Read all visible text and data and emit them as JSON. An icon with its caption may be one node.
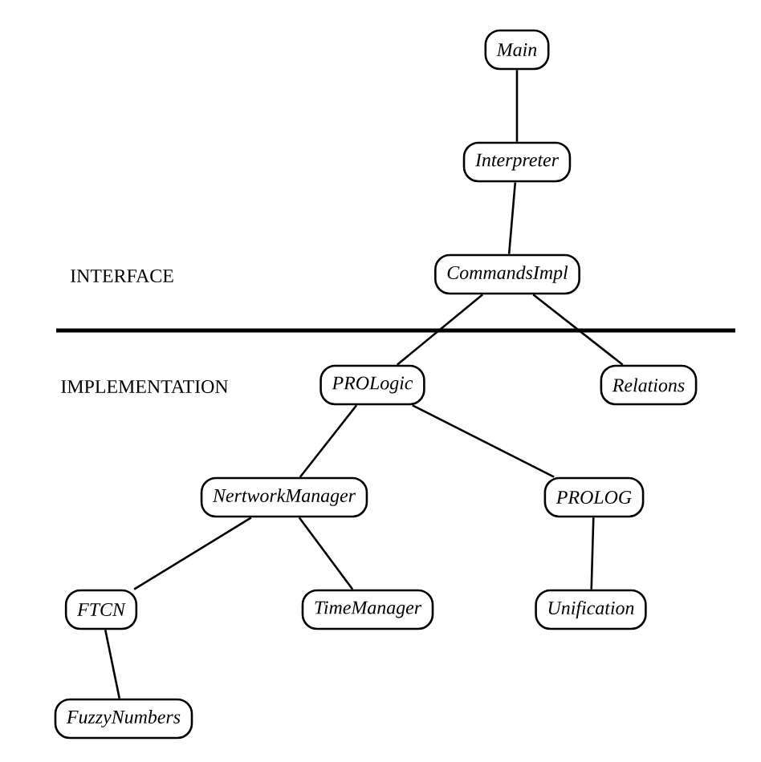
{
  "diagram": {
    "nodes": [
      {
        "text": [
          "Main"
        ]
      },
      {
        "text": [
          "Interpreter"
        ]
      },
      {
        "text": [
          "CommandsImpl"
        ]
      },
      {
        "text": [
          "PROLogic"
        ]
      },
      {
        "text": [
          "Relations"
        ]
      },
      {
        "text": [
          "NertworkManager"
        ]
      },
      {
        "text": [
          "PROLOG"
        ]
      },
      {
        "text": [
          "FTCN"
        ]
      },
      {
        "text": [
          "TimeManager"
        ]
      },
      {
        "text": [
          "Unification"
        ]
      },
      {
        "text": [
          "FuzzyNumbers"
        ]
      }
    ],
    "edges": [
      {
        "from": 0,
        "to": 1,
        "arrow": "none"
      },
      {
        "from": 1,
        "to": 2,
        "arrow": "none"
      },
      {
        "from": 2,
        "to": 3,
        "arrow": "none"
      },
      {
        "from": 2,
        "to": 4,
        "arrow": "none"
      },
      {
        "from": 3,
        "to": 5,
        "arrow": "none"
      },
      {
        "from": 3,
        "to": 6,
        "arrow": "none"
      },
      {
        "from": 5,
        "to": 7,
        "arrow": "none"
      },
      {
        "from": 5,
        "to": 8,
        "arrow": "none"
      },
      {
        "from": 6,
        "to": 9,
        "arrow": "none"
      },
      {
        "from": 7,
        "to": 10,
        "arrow": "none"
      }
    ],
    "labels": [
      "INTERFACE",
      "IMPLEMENTATION"
    ]
  }
}
